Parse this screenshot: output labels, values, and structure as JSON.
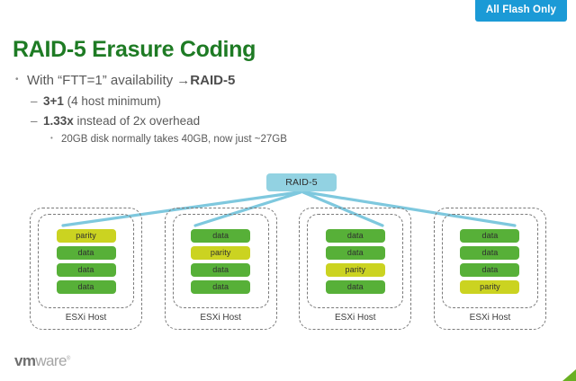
{
  "badge": {
    "label": "All Flash Only",
    "color": "#1b9ad6",
    "text_color": "#ffffff"
  },
  "title": {
    "text": "RAID-5 Erasure Coding",
    "color": "#1e7b24"
  },
  "bullets": {
    "level1": {
      "prefix": "With “FTT=1” availability ",
      "arrow": "→",
      "emphasis": "RAID-5"
    },
    "level2_a": {
      "emphasis": "3+1",
      "rest": " (4 host minimum)"
    },
    "level2_b": {
      "emphasis": "1.33x",
      "rest": " instead of 2x overhead"
    },
    "level3": {
      "text": "20GB disk normally takes 40GB, now just ~27GB"
    }
  },
  "diagram": {
    "root_node": {
      "label": "RAID-5",
      "color": "#92d2e2"
    },
    "connector_color": "#7ec8de",
    "disk_colors": {
      "data": "#57b038",
      "parity": "#cbd321"
    },
    "host_label": "ESXi Host",
    "hosts": [
      {
        "label": "ESXi Host",
        "disks": [
          {
            "type": "parity",
            "label": "parity"
          },
          {
            "type": "data",
            "label": "data"
          },
          {
            "type": "data",
            "label": "data"
          },
          {
            "type": "data",
            "label": "data"
          }
        ]
      },
      {
        "label": "ESXi Host",
        "disks": [
          {
            "type": "data",
            "label": "data"
          },
          {
            "type": "parity",
            "label": "parity"
          },
          {
            "type": "data",
            "label": "data"
          },
          {
            "type": "data",
            "label": "data"
          }
        ]
      },
      {
        "label": "ESXi Host",
        "disks": [
          {
            "type": "data",
            "label": "data"
          },
          {
            "type": "data",
            "label": "data"
          },
          {
            "type": "parity",
            "label": "parity"
          },
          {
            "type": "data",
            "label": "data"
          }
        ]
      },
      {
        "label": "ESXi Host",
        "disks": [
          {
            "type": "data",
            "label": "data"
          },
          {
            "type": "data",
            "label": "data"
          },
          {
            "type": "data",
            "label": "data"
          },
          {
            "type": "parity",
            "label": "parity"
          }
        ]
      }
    ]
  },
  "logo": {
    "part1": "vm",
    "part2": "ware",
    "registered": "®"
  },
  "corner_mark_color": "#6ab023"
}
